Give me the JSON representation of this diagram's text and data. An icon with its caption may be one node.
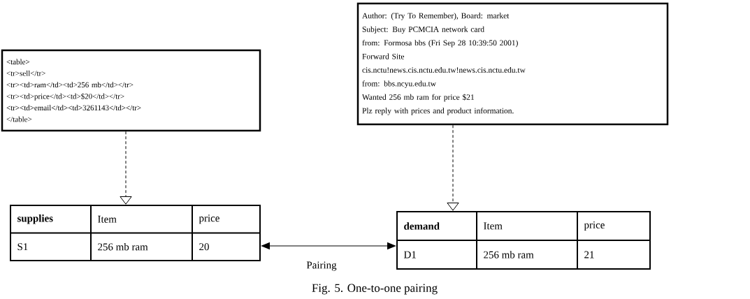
{
  "diagram": {
    "caption": "Fig. 5. One-to-one pairing",
    "nodes": [
      {
        "text": [
          "<table>",
          "<tr>sell</tr>",
          "<tr><td>ram</td><td>256 mb</td></tr>",
          "<tr><td>price</td><td>$20</td></tr>",
          "<tr><td>email</td><td>3261143</td></tr>",
          "</table>"
        ]
      },
      {
        "text": [
          "Author: (Try To Remember), Board: market",
          "Subject: Buy PCMCIA network card",
          "from: Formosa bbs (Fri Sep 28 10:39:50 2001)",
          "Forward Site",
          "cis.nctu!news.cis.nctu.edu.tw!news.cis.nctu.edu.tw",
          "from: bbs.ncyu.edu.tw",
          "Wanted 256 mb ram for price $21",
          "Plz reply with prices and product information."
        ]
      },
      {
        "text": [
          "supplies",
          "Item",
          "price",
          "S1",
          "256 mb ram",
          "20"
        ]
      },
      {
        "text": [
          "demand",
          "Item",
          "price",
          "D1",
          "256 mb ram",
          "21"
        ]
      }
    ],
    "edges": [
      {
        "from": 0,
        "to": 2,
        "arrow": "to",
        "style": "dashed"
      },
      {
        "from": 1,
        "to": 3,
        "arrow": "to",
        "style": "dashed"
      },
      {
        "from": 2,
        "to": 3,
        "arrow": "both",
        "label": "Pairing"
      }
    ]
  }
}
